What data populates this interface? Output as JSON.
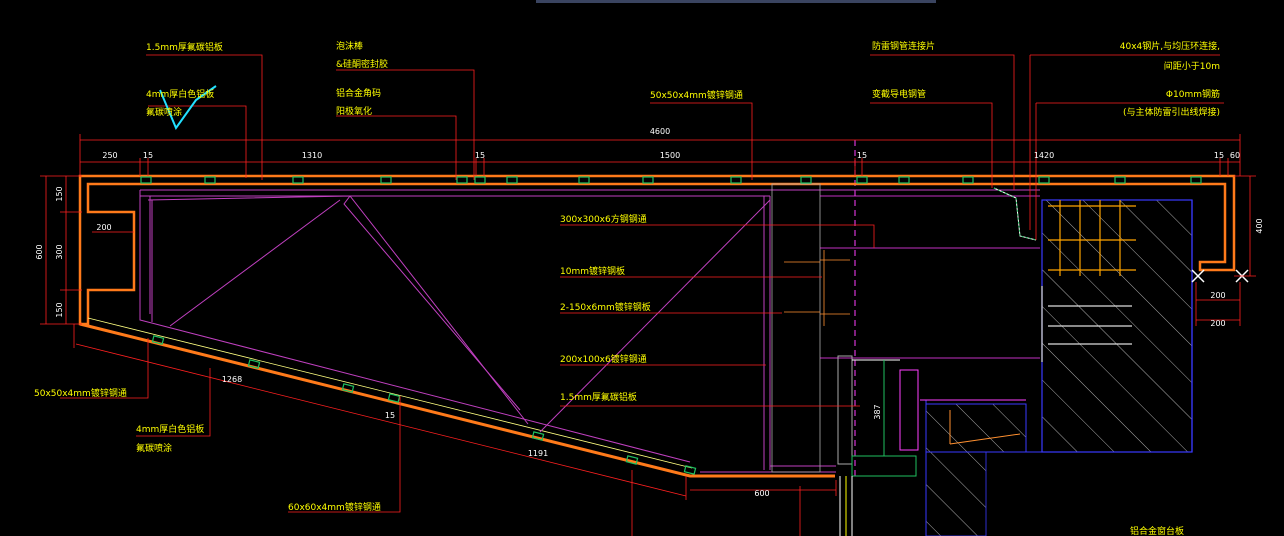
{
  "colors": {
    "background": "#000000",
    "annotation": "#ffff00",
    "leader": "#ff2020",
    "cladding": "#ff7a1a",
    "frame": "#c040c0",
    "dimension": "#ffffff",
    "concrete": "#3a3aff",
    "column": "#20c060",
    "magenta_center": "#ff40ff",
    "toolbar": "#3a4460"
  },
  "labels": {
    "top_panel": "1.5mm厚氟碳铝板",
    "foam_rod": "泡沫棒",
    "foam_rod_2": "&硅酮密封胶",
    "alu_angle": "铝合金角码",
    "alu_angle_2": "阳极氧化",
    "steel_tube_top": "50x50x4mm镀锌钢通",
    "lightning_plate": "防雷钢管连接片",
    "flat_steel": "40x4钢片,与均压环连接,",
    "flat_steel_2": "间距小于10m",
    "rebar": "Φ10mm钢筋",
    "rebar_2": "(与主体防雷引出线焊接)",
    "white_panel_left": "4mm厚白色铝板",
    "white_panel_left_2": "氟碳喷涂",
    "lightning_tube": "变截导电钢管",
    "main_tube": "300x300x6方钢钢通",
    "steel_plate": "10mm镀锌钢板",
    "side_plate": "2-150x6mm镀锌钢板",
    "rect_tube": "200x100x6镀锌钢通",
    "bottom_panel": "1.5mm厚氟碳铝板",
    "left_tube": "50x50x4mm镀锌钢通",
    "white_panel_bottom": "4mm厚白色铝板",
    "white_panel_bottom_2": "氟碳喷涂",
    "bottom_tube": "60x60x4mm镀锌钢通",
    "window_note": "铝合金窗台板"
  },
  "dimensions": {
    "total": "4600",
    "d250": "250",
    "d15a": "15",
    "d1310": "1310",
    "d15b": "15",
    "d1500": "1500",
    "d15c": "15",
    "d1420": "1420",
    "d15d": "15",
    "d60": "60",
    "left_600": "600",
    "left_150a": "150",
    "left_300": "300",
    "left_150b": "150",
    "inner_200": "200",
    "right_400": "400",
    "right_200": "200",
    "right_small": "200",
    "slope_1268": "1268",
    "slope_15": "15",
    "slope_1191": "1191",
    "bottom_600": "600",
    "col_387": "387"
  }
}
